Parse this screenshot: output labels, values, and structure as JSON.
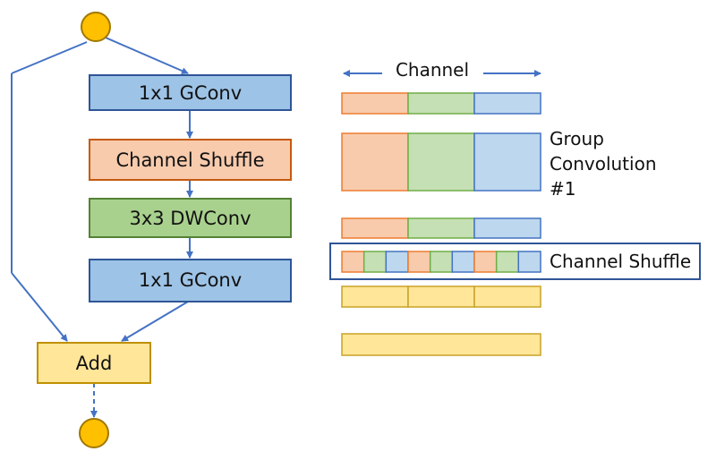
{
  "colors": {
    "line": "#4472c4",
    "node_fill": "#ffc000",
    "node_stroke": "#a07800",
    "blue_fill": "#9dc3e6",
    "blue_stroke": "#2f5597",
    "orange_fill": "#f4b183",
    "orange_stroke": "#c55a11",
    "green_fill": "#a9d18e",
    "green_stroke": "#548235",
    "yellow_fill": "#ffe699",
    "yellow_stroke": "#bf9000",
    "seg_orange_fill": "#f8cbad",
    "seg_orange_stroke": "#ed7d31",
    "seg_green_fill": "#c5e0b4",
    "seg_green_stroke": "#70ad47",
    "seg_blue_fill": "#bdd7ee",
    "seg_blue_stroke": "#4472c4",
    "seg_yellow_fill": "#ffe699",
    "seg_yellow_stroke": "#c9a227"
  },
  "flow": {
    "gconv1": "1x1 GConv",
    "shuffle": "Channel Shuffle",
    "dwconv": "3x3 DWConv",
    "gconv2": "1x1 GConv",
    "add": "Add"
  },
  "tensor": {
    "channel_label": "Channel",
    "group_conv_lines": [
      "Group",
      "Convolution",
      "#1"
    ],
    "shuffle_label": "Channel Shuffle"
  }
}
